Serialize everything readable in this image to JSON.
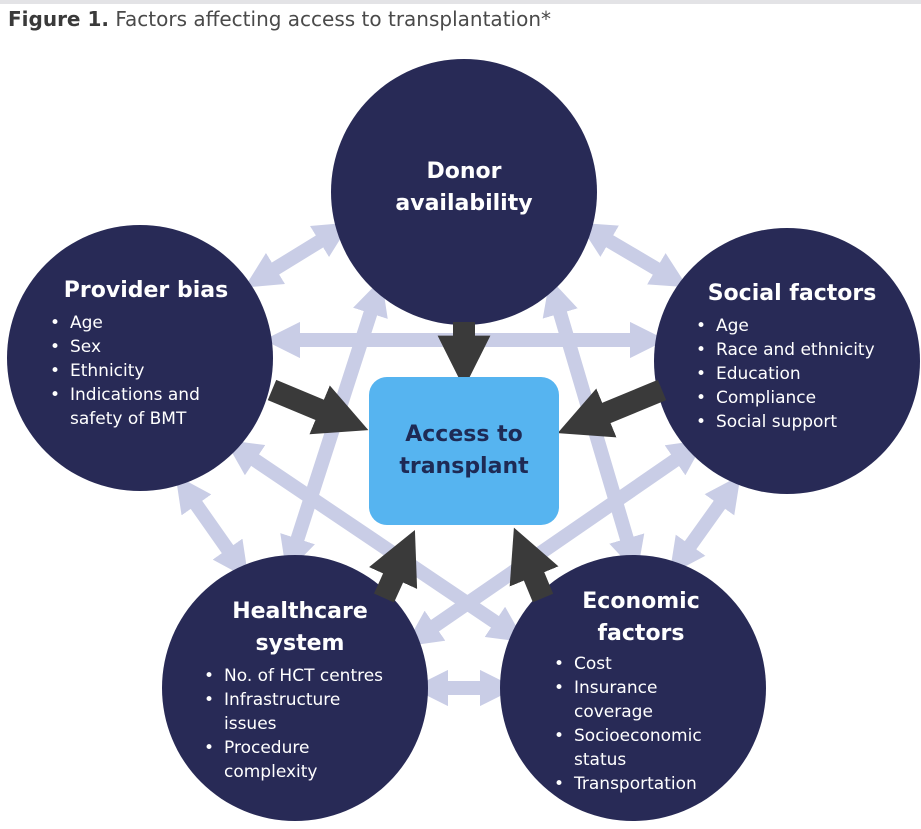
{
  "figure": {
    "label": "Figure 1.",
    "caption": "Factors affecting access to transplantation*"
  },
  "center": {
    "line1": "Access to",
    "line2": "transplant"
  },
  "nodes": {
    "donor": {
      "line1": "Donor",
      "line2": "availability"
    },
    "provider": {
      "title": "Provider bias",
      "items": [
        "Age",
        "Sex",
        "Ethnicity",
        "Indications and",
        "safety of BMT"
      ]
    },
    "social": {
      "title": "Social factors",
      "items": [
        "Age",
        "Race and ethnicity",
        "Education",
        "Compliance",
        "Social support"
      ]
    },
    "healthcare": {
      "line1": "Healthcare",
      "line2": "system",
      "items": [
        "No. of HCT centres",
        "Infrastructure",
        "issues",
        "Procedure",
        "complexity"
      ]
    },
    "economic": {
      "line1": "Economic",
      "line2": "factors",
      "items": [
        "Cost",
        "Insurance",
        "coverage",
        "Socioeconomic",
        "status",
        "Transportation"
      ]
    }
  },
  "colors": {
    "node_fill": "#282a56",
    "center_fill": "#56b4f0",
    "dark_arrow": "#3a3a3a",
    "light_arrow": "#c9cde6"
  }
}
